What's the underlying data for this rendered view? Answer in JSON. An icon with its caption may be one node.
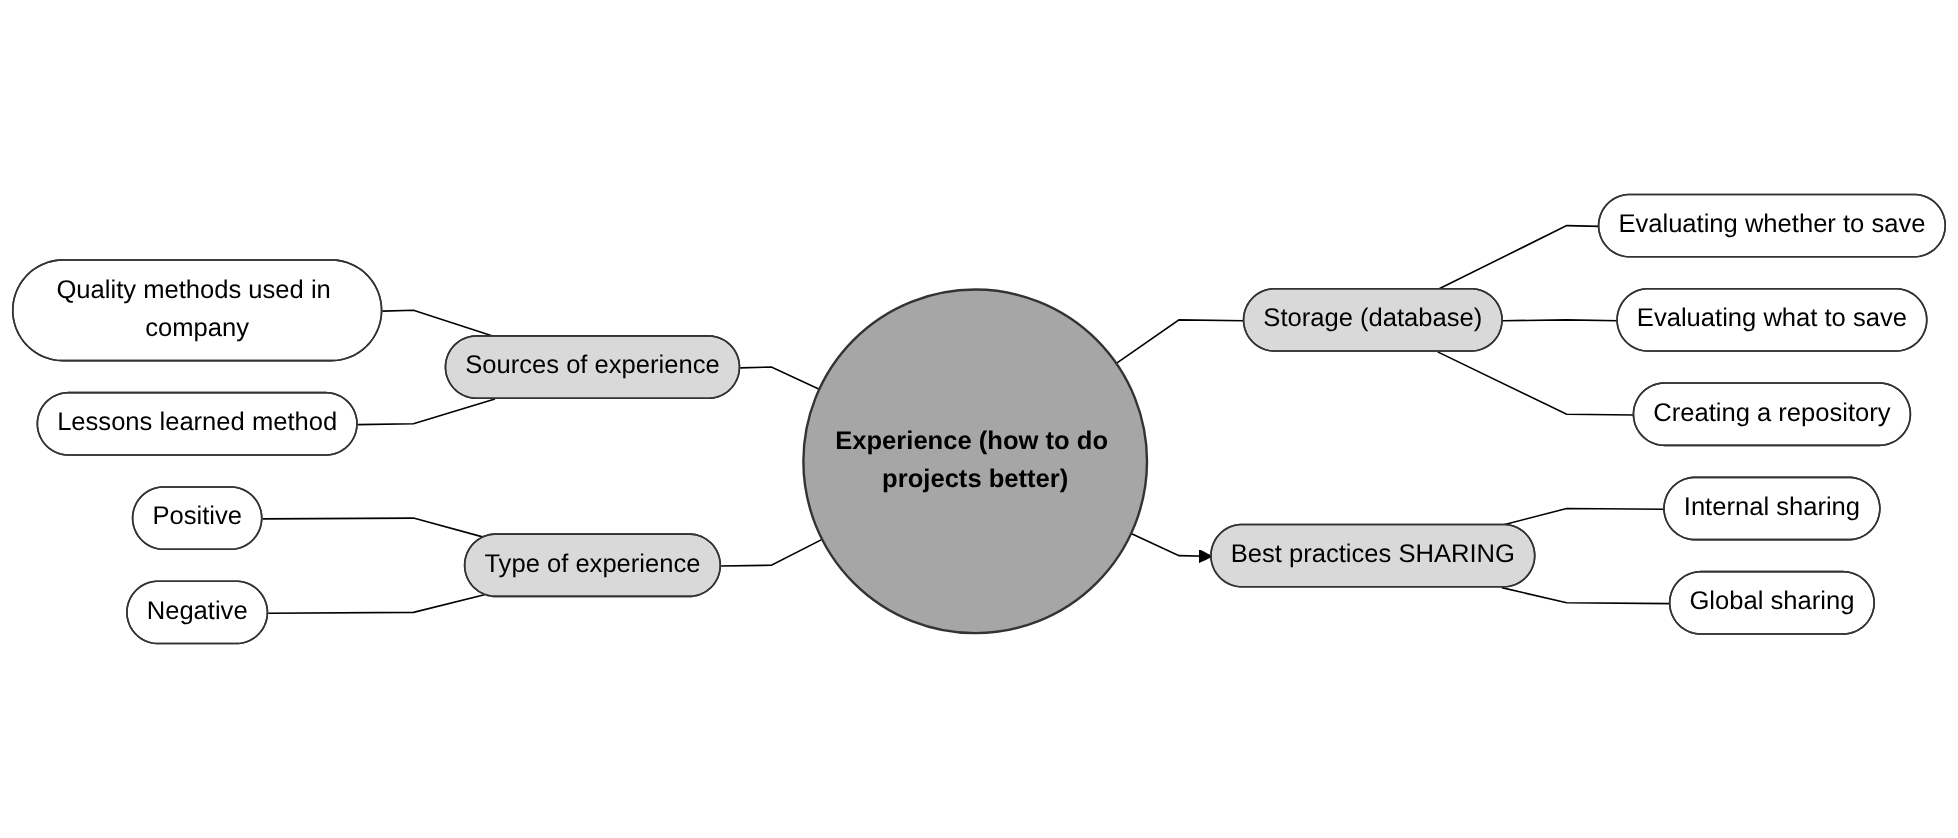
{
  "diagram": {
    "nodes": [
      {
        "text": [
          "Experience (how to do projects better)"
        ]
      },
      {
        "text": [
          "Sources of experience"
        ]
      },
      {
        "text": [
          "Quality methods used in company"
        ]
      },
      {
        "text": [
          "Lessons learned method"
        ]
      },
      {
        "text": [
          "Type of experience"
        ]
      },
      {
        "text": [
          "Positive"
        ]
      },
      {
        "text": [
          "Negative"
        ]
      },
      {
        "text": [
          "Storage (database)"
        ]
      },
      {
        "text": [
          "Evaluating whether to save"
        ]
      },
      {
        "text": [
          "Evaluating what to save"
        ]
      },
      {
        "text": [
          "Creating a repository"
        ]
      },
      {
        "text": [
          "Best practices SHARING"
        ]
      },
      {
        "text": [
          "Internal sharing"
        ]
      },
      {
        "text": [
          "Global sharing"
        ]
      }
    ],
    "edges": [
      {
        "from": 0,
        "to": 1,
        "arrow": "none"
      },
      {
        "from": 1,
        "to": 2,
        "arrow": "none"
      },
      {
        "from": 1,
        "to": 3,
        "arrow": "none"
      },
      {
        "from": 0,
        "to": 4,
        "arrow": "none"
      },
      {
        "from": 4,
        "to": 5,
        "arrow": "none"
      },
      {
        "from": 4,
        "to": 6,
        "arrow": "none"
      },
      {
        "from": 0,
        "to": 7,
        "arrow": "none"
      },
      {
        "from": 7,
        "to": 8,
        "arrow": "none"
      },
      {
        "from": 7,
        "to": 9,
        "arrow": "none"
      },
      {
        "from": 7,
        "to": 10,
        "arrow": "none"
      },
      {
        "from": 0,
        "to": 11,
        "arrow": "to"
      },
      {
        "from": 11,
        "to": 12,
        "arrow": "none"
      },
      {
        "from": 11,
        "to": 13,
        "arrow": "none"
      }
    ]
  }
}
